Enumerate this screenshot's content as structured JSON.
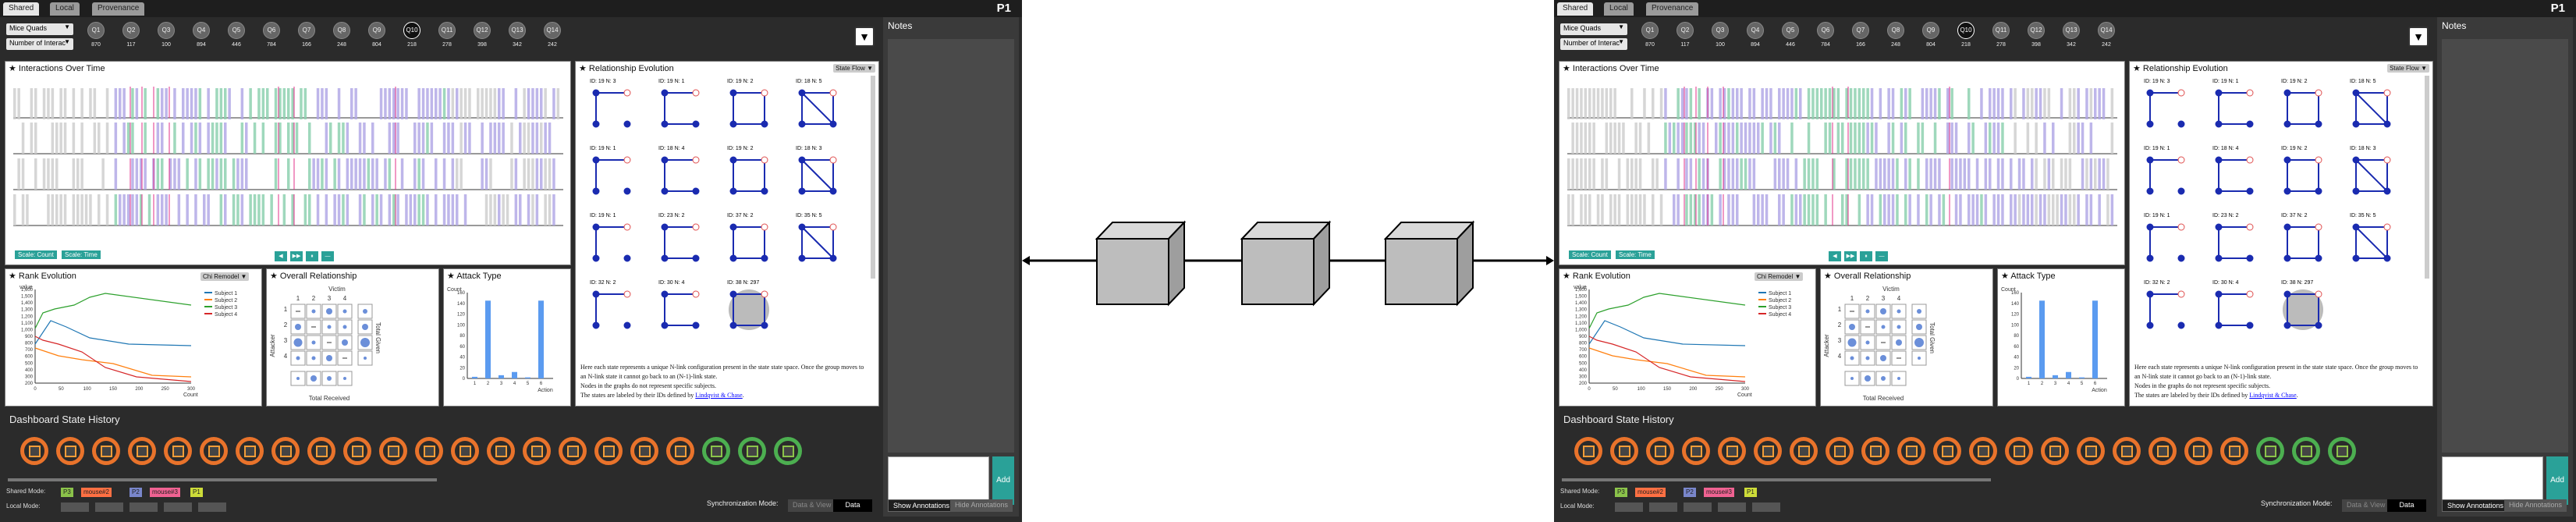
{
  "dashboards": [
    {
      "tabs": [
        "Shared",
        "Local",
        "Provenance"
      ],
      "active_tab": "Shared",
      "participant": "P1",
      "selectors": {
        "mice": "Mice Quads",
        "interactions": "Number of Interac"
      },
      "questions": [
        "Q1",
        "Q2",
        "Q3",
        "Q4",
        "Q5",
        "Q6",
        "Q7",
        "Q8",
        "Q9",
        "Q10",
        "Q11",
        "Q12",
        "Q13",
        "Q14"
      ],
      "question_counts": [
        "870",
        "117",
        "100",
        "894",
        "446",
        "784",
        "166",
        "248",
        "804",
        "218",
        "278",
        "398",
        "342",
        "242"
      ],
      "selected_question": "Q10",
      "interactions": {
        "title": "Interactions Over Time",
        "toggles": [
          "Scale: Count",
          "Scale: Time"
        ],
        "controls": [
          "◀",
          "▶▶",
          "⏸",
          "—"
        ]
      },
      "relationship": {
        "title": "Relationship Evolution",
        "dropdown": "State Flow",
        "ids": [
          "ID: 19 N: 3",
          "ID: 19 N: 1",
          "ID: 19 N: 2",
          "ID: 18 N: 5",
          "ID: 19 N: 1",
          "ID: 18 N: 4",
          "ID: 19 N: 2",
          "ID: 18 N: 3",
          "ID: 19 N: 1",
          "ID: 23 N: 2",
          "ID: 37 N: 2",
          "ID: 35 N: 5",
          "ID: 32 N: 2",
          "ID: 30 N: 4",
          "ID: 38 N: 297"
        ],
        "desc1": "Here each state represents a unique N-link configuration present in the state state space. Once the group moves to an N-link state it cannot go back to an (N-1)-link state.",
        "desc2": "Nodes in the graphs do not represent specific subjects.",
        "desc3": "The states are labeled by their IDs defined by",
        "desc_link": "Lindqvist & Chase"
      },
      "rank": {
        "title": "Rank Evolution",
        "dropdown": "Chi Remodel",
        "ylabel": "value",
        "xlabel": "Count",
        "legend": [
          "Subject 1",
          "Subject 2",
          "Subject 3",
          "Subject 4"
        ],
        "yticks": [
          "1,600",
          "1,500",
          "1,400",
          "1,300",
          "1,200",
          "1,100",
          "1,000",
          "900",
          "800",
          "700",
          "600",
          "500",
          "400",
          "300",
          "200"
        ],
        "xticks": [
          "0",
          "50",
          "100",
          "150",
          "200",
          "250",
          "300"
        ]
      },
      "overall": {
        "title": "Overall Relationship",
        "top": "Victim",
        "cols": [
          "1",
          "2",
          "3",
          "4"
        ],
        "rows": [
          "1",
          "2",
          "3",
          "4"
        ],
        "left": "Attacker",
        "right": "Total Given",
        "bottom": "Total Received"
      },
      "attack": {
        "title": "Attack Type",
        "ylabel": "Count",
        "xlabel": "Action",
        "yticks": [
          "160",
          "140",
          "120",
          "100",
          "80",
          "60",
          "40",
          "20",
          "0"
        ],
        "categories": [
          "1",
          "2",
          "3",
          "4",
          "5",
          "6"
        ]
      },
      "history": {
        "title": "Dashboard State History"
      },
      "shared_mode": {
        "label": "Shared Mode:",
        "chips": [
          "P3",
          "mouse#2",
          "P2",
          "mouse#3",
          "P1"
        ]
      },
      "local_mode": {
        "label": "Local Mode:"
      },
      "sync": {
        "label": "Synchronization Mode:",
        "b1": "Data & View",
        "b2": "Data"
      },
      "notes": {
        "label": "Notes",
        "add": "Add",
        "show": "Show Annotations",
        "hide": "Hide Annotations"
      }
    }
  ]
}
